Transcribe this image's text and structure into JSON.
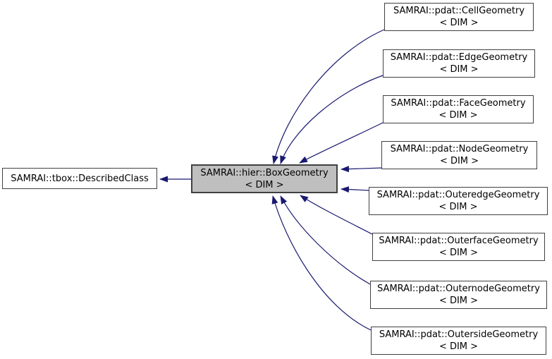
{
  "diagram": {
    "base_class": {
      "label": "SAMRAI::tbox::DescribedClass"
    },
    "focus_class": {
      "label": "SAMRAI::hier::BoxGeometry",
      "tparam": "< DIM >"
    },
    "derived_classes": [
      {
        "label": "SAMRAI::pdat::CellGeometry",
        "tparam": "< DIM >"
      },
      {
        "label": "SAMRAI::pdat::EdgeGeometry",
        "tparam": "< DIM >"
      },
      {
        "label": "SAMRAI::pdat::FaceGeometry",
        "tparam": "< DIM >"
      },
      {
        "label": "SAMRAI::pdat::NodeGeometry",
        "tparam": "< DIM >"
      },
      {
        "label": "SAMRAI::pdat::OuteredgeGeometry",
        "tparam": "< DIM >"
      },
      {
        "label": "SAMRAI::pdat::OuterfaceGeometry",
        "tparam": "< DIM >"
      },
      {
        "label": "SAMRAI::pdat::OuternodeGeometry",
        "tparam": "< DIM >"
      },
      {
        "label": "SAMRAI::pdat::OutersideGeometry",
        "tparam": "< DIM >"
      }
    ],
    "colors": {
      "edge": "#191970",
      "focus_fill": "#bfbfbf",
      "node_fill": "#ffffff",
      "node_border": "#404040",
      "text": "#000000",
      "background": "#ffffff"
    }
  }
}
